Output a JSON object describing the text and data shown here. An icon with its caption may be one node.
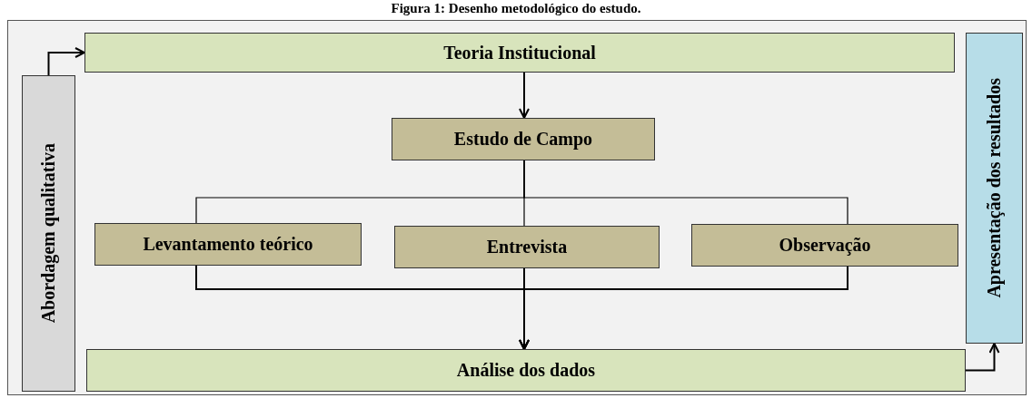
{
  "diagram": {
    "title": "Figura 1: Desenho metodológico do estudo.",
    "nodes": [
      {
        "text": [
          "Teoria Institucional"
        ]
      },
      {
        "text": [
          "Apresentação dos resultados"
        ]
      },
      {
        "text": [
          "Abordagem qualitativa"
        ]
      },
      {
        "text": [
          "Estudo de Campo"
        ]
      },
      {
        "text": [
          "Levantamento teórico"
        ]
      },
      {
        "text": [
          "Entrevista"
        ]
      },
      {
        "text": [
          "Observação"
        ]
      },
      {
        "text": [
          "Análise dos dados"
        ]
      }
    ],
    "edges": [
      {
        "from": 2,
        "to": 0,
        "arrow": "to"
      },
      {
        "from": 0,
        "to": 3,
        "arrow": "to"
      },
      {
        "from": 3,
        "to": 4,
        "arrow": "none"
      },
      {
        "from": 3,
        "to": 5,
        "arrow": "none"
      },
      {
        "from": 3,
        "to": 6,
        "arrow": "none"
      },
      {
        "from": 4,
        "to": 7,
        "arrow": "to"
      },
      {
        "from": 5,
        "to": 7,
        "arrow": "to"
      },
      {
        "from": 6,
        "to": 7,
        "arrow": "to"
      },
      {
        "from": 7,
        "to": 1,
        "arrow": "to"
      }
    ]
  }
}
